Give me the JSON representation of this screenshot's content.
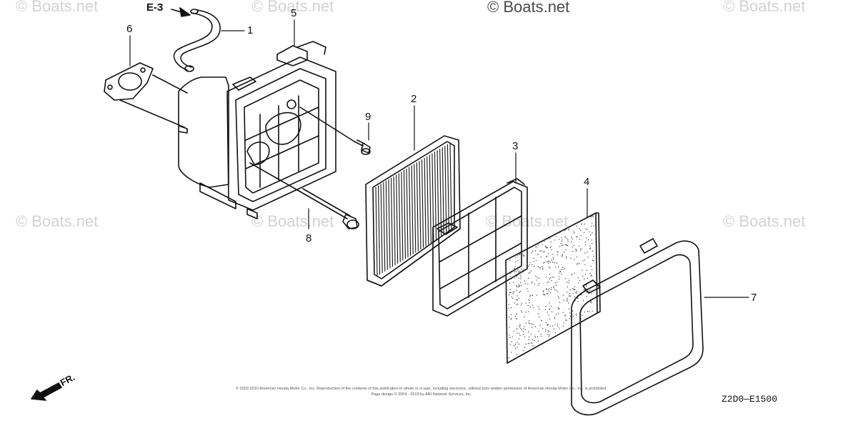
{
  "watermarks": {
    "text": "© Boats.net",
    "brand_text": "© Boats.net"
  },
  "references": {
    "section_ref": "E-3",
    "fr_label": "FR.",
    "diagram_code": "Z2D0—E1500"
  },
  "callouts": [
    {
      "number": "1",
      "part": "tube"
    },
    {
      "number": "2",
      "part": "filter-element"
    },
    {
      "number": "3",
      "part": "filter-grid"
    },
    {
      "number": "4",
      "part": "foam-sheet"
    },
    {
      "number": "5",
      "part": "case"
    },
    {
      "number": "6",
      "part": "gasket"
    },
    {
      "number": "7",
      "part": "cover"
    },
    {
      "number": "8",
      "part": "long-bolt"
    },
    {
      "number": "9",
      "part": "flange-bolt"
    }
  ],
  "copyright": {
    "line1": "© 2002-2010 American Honda Motor Co., Inc. Reproduction of the contents of this publication in whole or in part, including electronic, without prior written permission of American Honda Motor Co., Inc. is prohibited.",
    "line2": "Page design © 2004 - 2019 by ARI Network Services, Inc."
  }
}
